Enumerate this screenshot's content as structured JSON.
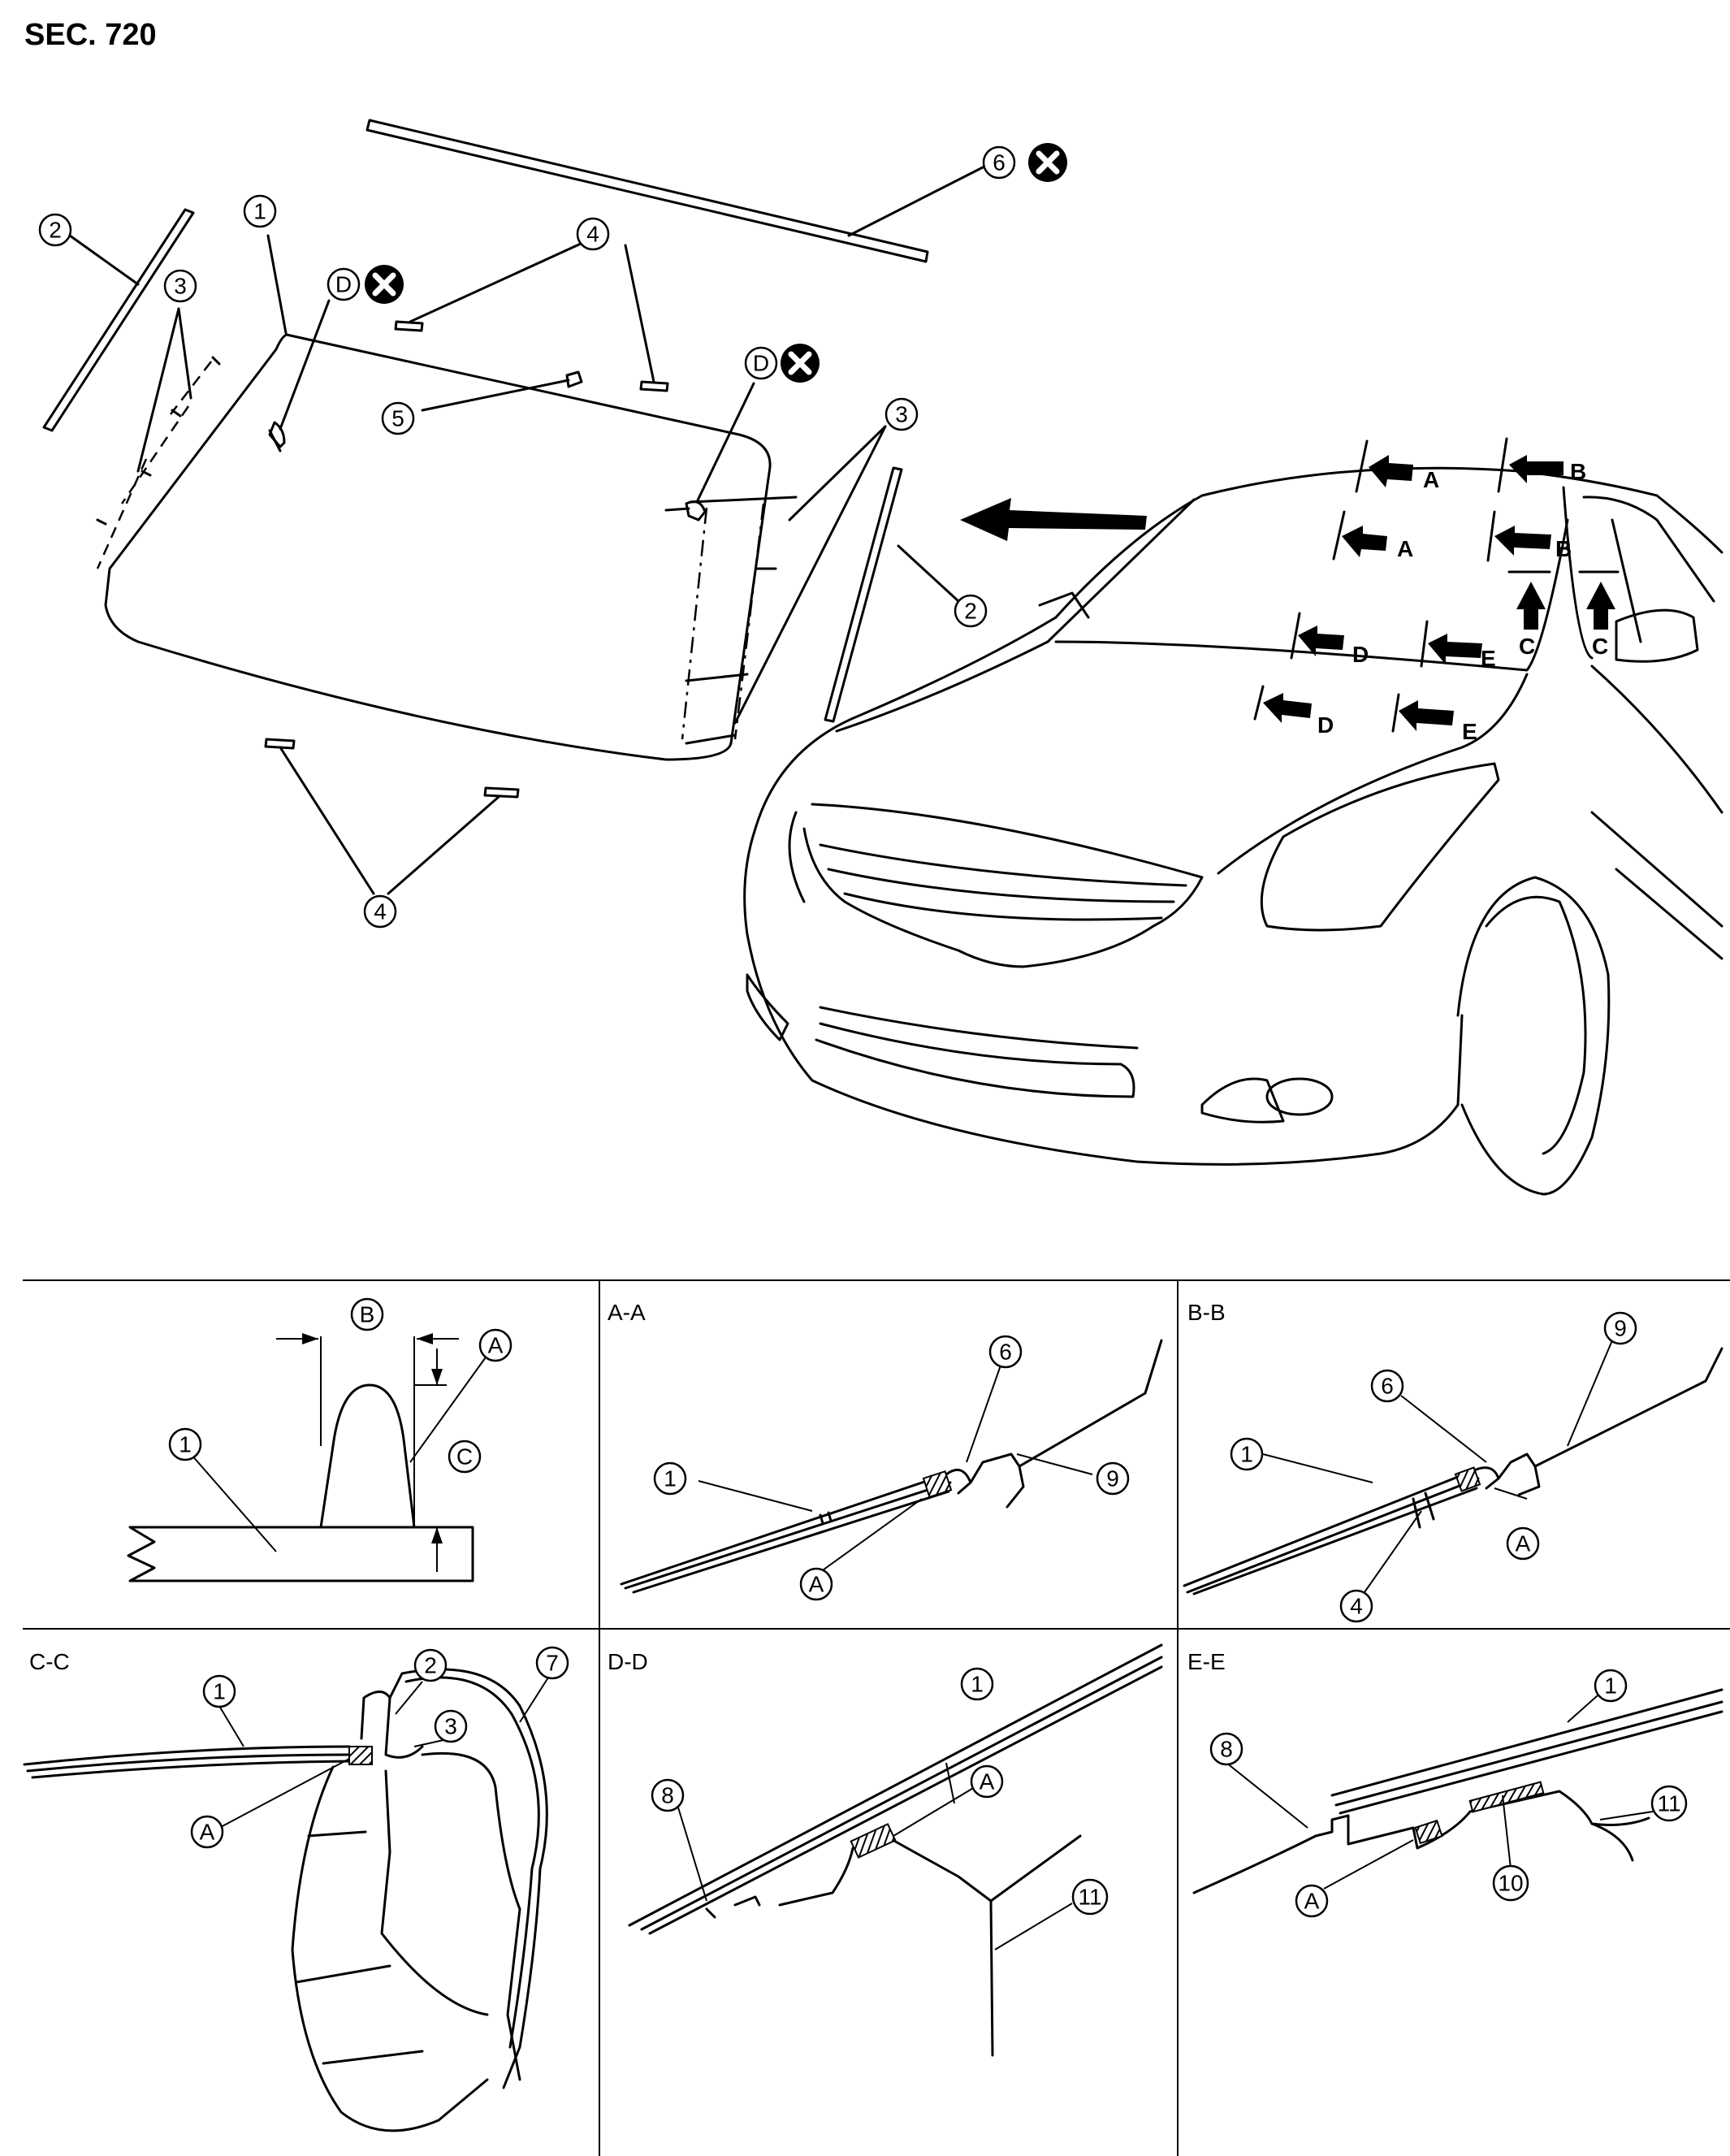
{
  "header": {
    "section": "SEC. 720"
  },
  "callouts": {
    "n1": "1",
    "n2": "2",
    "n3": "3",
    "n4": "4",
    "n5": "5",
    "n6": "6",
    "n7": "7",
    "n8": "8",
    "n9": "9",
    "n10": "10",
    "n11": "11",
    "lA": "A",
    "lB": "B",
    "lC": "C",
    "lD": "D",
    "lE": "E"
  },
  "sections": {
    "aa": "A-A",
    "bb": "B-B",
    "cc": "C-C",
    "dd": "D-D",
    "ee": "E-E"
  },
  "icons": {
    "do_not_reuse": "x-circle-icon"
  },
  "colors": {
    "line": "#000000",
    "background": "#ffffff"
  }
}
